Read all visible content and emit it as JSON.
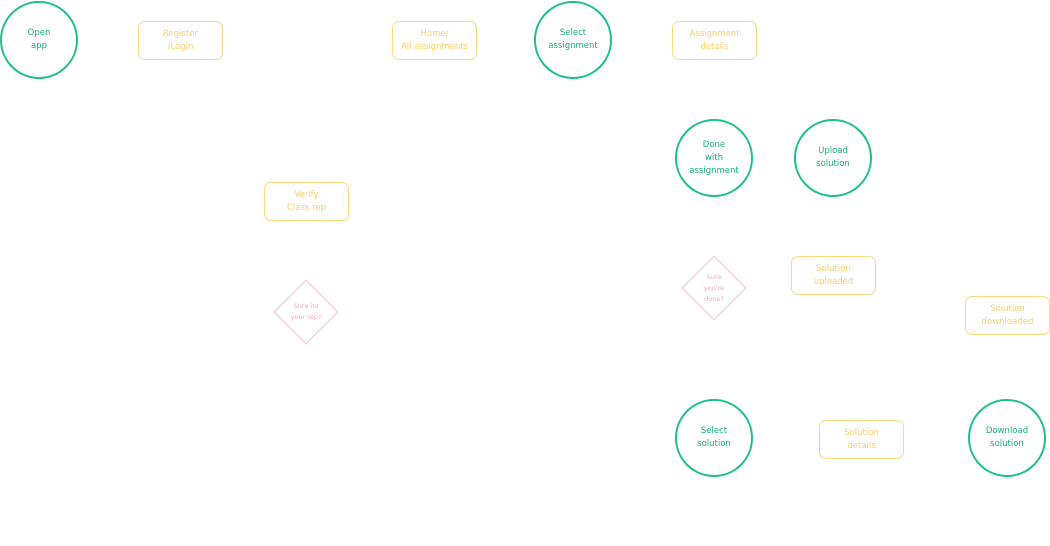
{
  "colors": {
    "action": "#1dbf8a",
    "screen": "#fcd97d",
    "decision": "#f6bcd4"
  },
  "actions": [
    {
      "id": "open-app",
      "label": "Open\napp"
    },
    {
      "id": "select-assignment",
      "label": "Select\nassignment"
    },
    {
      "id": "done-with-assignment",
      "label": "Done\nwith\nassignment"
    },
    {
      "id": "upload-solution",
      "label": "Upload\nsolution"
    },
    {
      "id": "select-solution",
      "label": "Select\nsolution"
    },
    {
      "id": "download-solution",
      "label": "Download\nsolution"
    }
  ],
  "screens": [
    {
      "id": "register-login",
      "label": "Register\n/Login"
    },
    {
      "id": "home-all-assignments",
      "label": "Home/\nAll assignments"
    },
    {
      "id": "assignment-details",
      "label": "Assignment\ndetails"
    },
    {
      "id": "verify-class-rep",
      "label": "Verify\nClass rep"
    },
    {
      "id": "solution-uploaded",
      "label": "Solution\nuploaded"
    },
    {
      "id": "solution-downloaded",
      "label": "Solution\ndownloaded"
    },
    {
      "id": "solution-details",
      "label": "Solution\ndetails"
    }
  ],
  "decisions": [
    {
      "id": "sure-its-your-rep",
      "label": "Sure its\nyour rep?"
    },
    {
      "id": "sure-youre-done",
      "label": "Sure\nyou're\ndone?"
    }
  ]
}
